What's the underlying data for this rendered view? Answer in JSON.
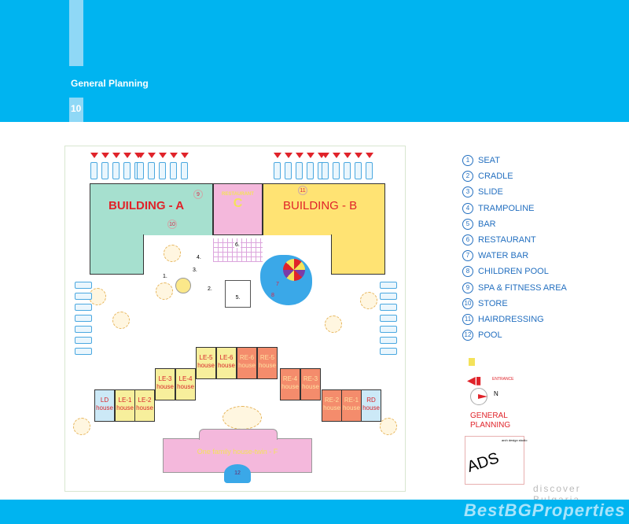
{
  "header": {
    "title": "General Planning",
    "page_number": "10"
  },
  "plan": {
    "building_a": "BUILDING - A",
    "building_b": "BUILDING - B",
    "restaurant_label": "RESTAURANT",
    "restaurant_letter": "C",
    "area_markers": [
      "9",
      "10",
      "11",
      "7",
      "8",
      "12"
    ],
    "point_labels": [
      "1.",
      "2.",
      "3.",
      "4.",
      "5.",
      "6."
    ],
    "houses": [
      {
        "code": "LE-5",
        "label": "house"
      },
      {
        "code": "LE-6",
        "label": "house"
      },
      {
        "code": "RE-6",
        "label": "house"
      },
      {
        "code": "RE-5",
        "label": "house"
      },
      {
        "code": "LE-3",
        "label": "house"
      },
      {
        "code": "LE-4",
        "label": "house"
      },
      {
        "code": "RE-4",
        "label": "house"
      },
      {
        "code": "RE-3",
        "label": "house"
      },
      {
        "code": "LD",
        "label": "house"
      },
      {
        "code": "LE-1",
        "label": "house"
      },
      {
        "code": "LE-2",
        "label": "house"
      },
      {
        "code": "RE-2",
        "label": "house"
      },
      {
        "code": "RE-1",
        "label": "house"
      },
      {
        "code": "RD",
        "label": "house"
      }
    ],
    "twin_house": "One family house-twin - F"
  },
  "legend": [
    {
      "n": "1",
      "label": "SEAT"
    },
    {
      "n": "2",
      "label": "CRADLE"
    },
    {
      "n": "3",
      "label": "SLIDE"
    },
    {
      "n": "4",
      "label": "TRAMPOLINE"
    },
    {
      "n": "5",
      "label": "BAR"
    },
    {
      "n": "6",
      "label": "RESTAURANT"
    },
    {
      "n": "7",
      "label": "WATER BAR"
    },
    {
      "n": "8",
      "label": "CHILDREN POOL"
    },
    {
      "n": "9",
      "label": "SPA & FITNESS AREA"
    },
    {
      "n": "10",
      "label": "STORE"
    },
    {
      "n": "11",
      "label": "HAIRDRESSING"
    },
    {
      "n": "12",
      "label": "POOL"
    }
  ],
  "entrance_label": "ENTRANCE",
  "north_label": "N",
  "general_planning": [
    "GENERAL",
    "PLANNING"
  ],
  "stamp": {
    "logo": "ADS",
    "studio": "arch design studio"
  },
  "footer": {
    "brand": "BestBGProperties",
    "tagline": "discover Bulgaria"
  },
  "colors": {
    "header": "#00b4f0",
    "accent": "#e0232a",
    "legend": "#2470c0"
  }
}
